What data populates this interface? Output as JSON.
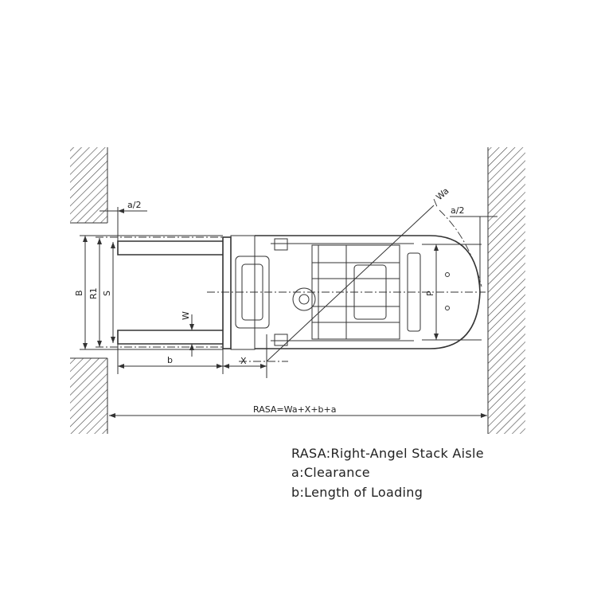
{
  "diagram": {
    "labels": {
      "a_half_left": "a/2",
      "a_half_right": "a/2",
      "wa": "Wa",
      "b_dim": "B",
      "r1_dim": "R1",
      "s_dim": "S",
      "w_dim": "W",
      "b_length": "b",
      "x_dim": "X",
      "p_dim": "P",
      "rasa_formula": "RASA=Wa+X+b+a"
    }
  },
  "legend": {
    "items": [
      {
        "key": "RASA",
        "text": "Right-Angel Stack Aisle"
      },
      {
        "key": "a",
        "text": "Clearance"
      },
      {
        "key": "b",
        "text": "Length of Loading"
      }
    ]
  }
}
